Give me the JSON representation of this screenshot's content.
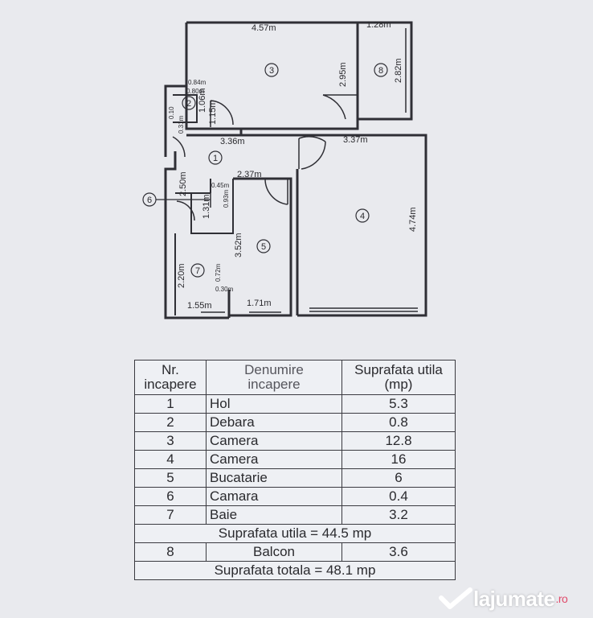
{
  "plan": {
    "dims": {
      "d_457": "4.57m",
      "d_128": "1.28m",
      "d_295": "2.95m",
      "d_282": "2.82m",
      "d_084": "0.84m",
      "d_080": "0.80m",
      "d_106": "1.06m",
      "d_115": "1.15m",
      "d_010": "0.10",
      "d_031": "0.31m",
      "d_336": "3.36m",
      "d_337": "3.37m",
      "d_250": "2.50m",
      "d_237": "2.37m",
      "d_045": "0.45m",
      "d_093": "0.93m",
      "d_131": "1.31m",
      "d_474": "4.74m",
      "d_352": "3.52m",
      "d_220": "2.20m",
      "d_072": "0.72m",
      "d_030": "0.30m",
      "d_155": "1.55m",
      "d_171": "1.71m"
    },
    "rooms": [
      "1",
      "2",
      "3",
      "4",
      "5",
      "6",
      "7",
      "8"
    ]
  },
  "table": {
    "h_nr_1": "Nr.",
    "h_nr_2": "incapere",
    "h_name_1": "Denumire",
    "h_name_2": "incapere",
    "h_area_1": "Suprafata utila",
    "h_area_2": "(mp)",
    "rows": [
      {
        "nr": "1",
        "name": "Hol",
        "area": "5.3"
      },
      {
        "nr": "2",
        "name": "Debara",
        "area": "0.8"
      },
      {
        "nr": "3",
        "name": "Camera",
        "area": "12.8"
      },
      {
        "nr": "4",
        "name": "Camera",
        "area": "16"
      },
      {
        "nr": "5",
        "name": "Bucatarie",
        "area": "6"
      },
      {
        "nr": "6",
        "name": "Camara",
        "area": "0.4"
      },
      {
        "nr": "7",
        "name": "Baie",
        "area": "3.2"
      }
    ],
    "utila_sum": "Suprafata utila = 44.5 mp",
    "balcon": {
      "nr": "8",
      "name": "Balcon",
      "area": "3.6"
    },
    "total": "Suprafata totala = 48.1 mp"
  },
  "watermark": {
    "name": "lajumate",
    "tld": ".ro"
  }
}
